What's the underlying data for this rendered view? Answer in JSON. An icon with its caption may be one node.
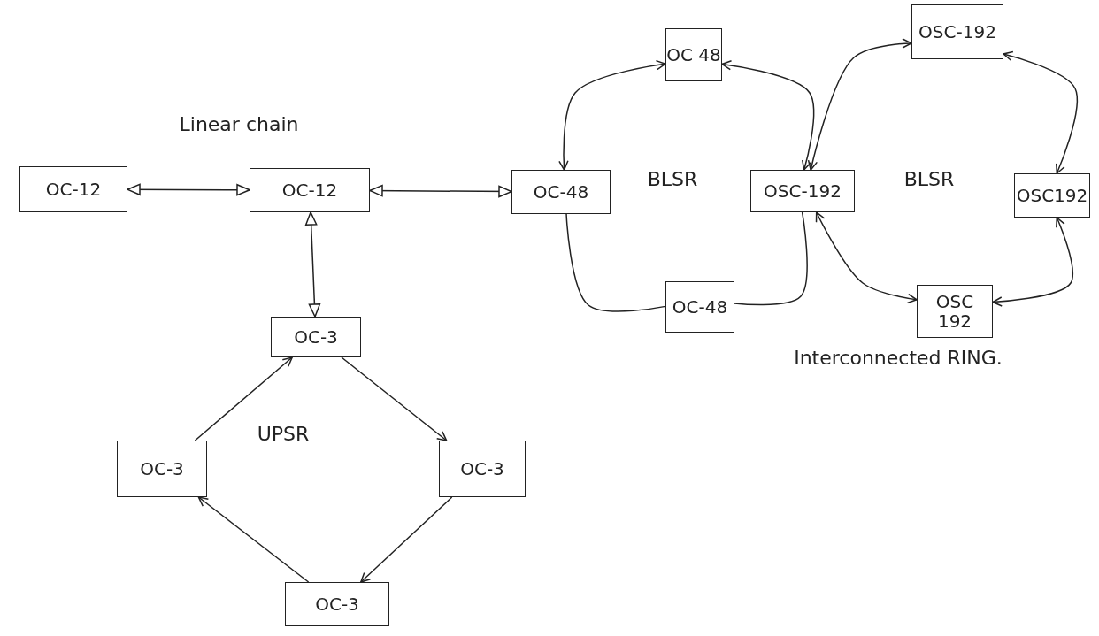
{
  "diagram": {
    "nodes": [
      {
        "text": [
          "OC-12"
        ]
      },
      {
        "text": [
          "OC-12"
        ]
      },
      {
        "text": [
          "OC-48"
        ]
      },
      {
        "text": [
          "OC 48"
        ]
      },
      {
        "text": [
          "OC-48"
        ]
      },
      {
        "text": [
          "OSC-192"
        ]
      },
      {
        "text": [
          "OSC-192"
        ]
      },
      {
        "text": [
          "OSC192"
        ]
      },
      {
        "text": [
          "OSC 192"
        ]
      },
      {
        "text": [
          "OC-3"
        ]
      },
      {
        "text": [
          "OC-3"
        ]
      },
      {
        "text": [
          "OC-3"
        ]
      },
      {
        "text": [
          "OC-3"
        ]
      }
    ],
    "edges": [
      {
        "from": 0,
        "to": 1,
        "arrow": "both"
      },
      {
        "from": 1,
        "to": 2,
        "arrow": "both"
      },
      {
        "from": 1,
        "to": 9,
        "arrow": "both"
      },
      {
        "from": 9,
        "to": 11,
        "arrow": "to"
      },
      {
        "from": 11,
        "to": 12,
        "arrow": "to"
      },
      {
        "from": 12,
        "to": 10,
        "arrow": "to"
      },
      {
        "from": 10,
        "to": 9,
        "arrow": "to"
      },
      {
        "from": 2,
        "to": 3,
        "arrow": "both"
      },
      {
        "from": 3,
        "to": 5,
        "arrow": "both"
      },
      {
        "from": 2,
        "to": 4,
        "arrow": "none"
      },
      {
        "from": 4,
        "to": 5,
        "arrow": "none"
      },
      {
        "from": 5,
        "to": 6,
        "arrow": "both"
      },
      {
        "from": 6,
        "to": 7,
        "arrow": "both"
      },
      {
        "from": 7,
        "to": 8,
        "arrow": "both"
      },
      {
        "from": 8,
        "to": 5,
        "arrow": "both"
      }
    ],
    "labels": [
      "Linear chain",
      "BLSR",
      "BLSR",
      "UPSR",
      "Interconnected RING."
    ]
  }
}
